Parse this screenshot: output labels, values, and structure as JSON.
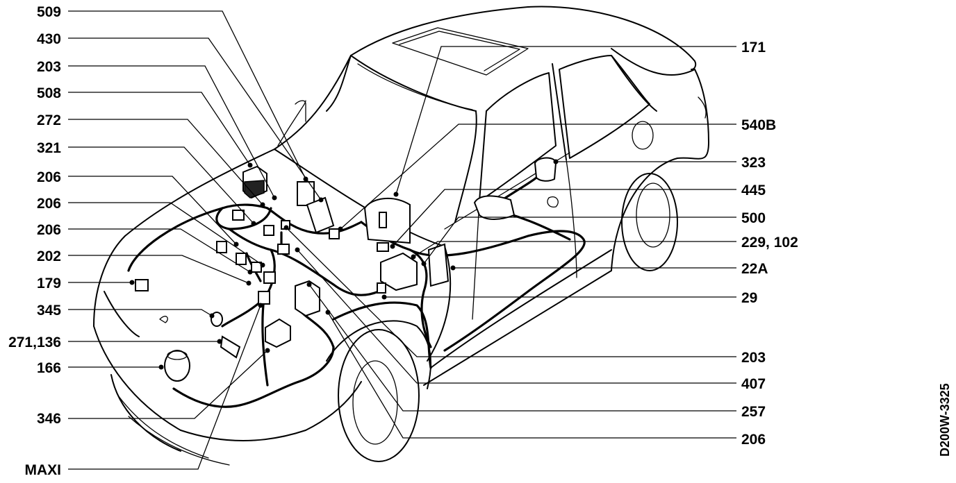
{
  "figure_code": "D200W-3325",
  "labels_left": [
    "509",
    "430",
    "203",
    "508",
    "272",
    "321",
    "206",
    "206",
    "206",
    "202",
    "179",
    "345",
    "271,136",
    "166",
    "346",
    "MAXI"
  ],
  "labels_right": [
    "171",
    "540B",
    "323",
    "445",
    "500",
    "229, 102",
    "22A",
    "29",
    "203",
    "407",
    "257",
    "206"
  ]
}
